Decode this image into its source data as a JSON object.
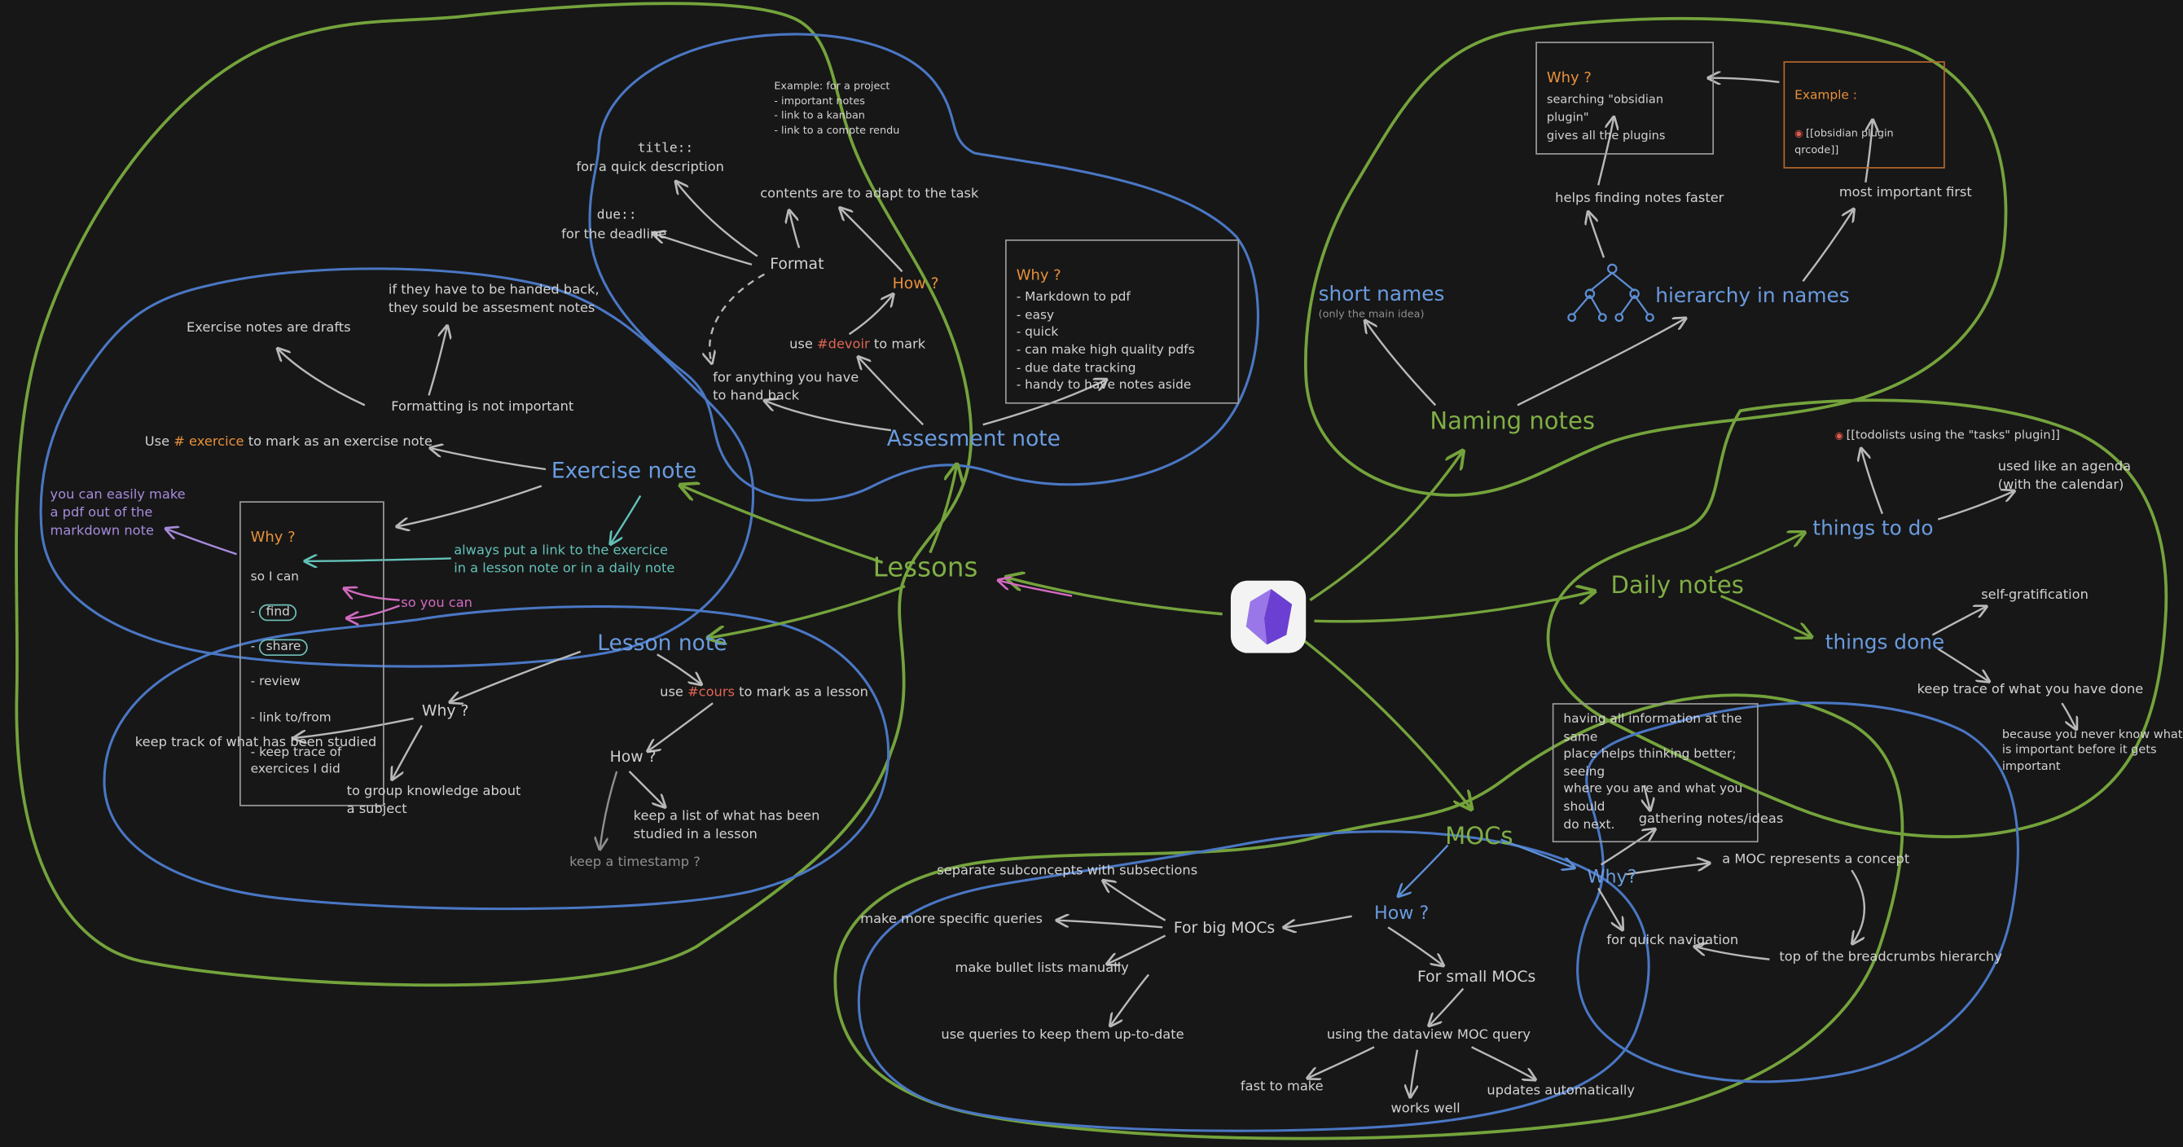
{
  "palette": {
    "background": "#171717",
    "green": "#7fae45",
    "blue": "#6a9bdf",
    "orange": "#e8913a",
    "red": "#e06555",
    "purple": "#a78bdd",
    "pink": "#d36ac2",
    "teal": "#63c1b8",
    "text": "#d2d2d2",
    "muted": "#8f8f8f"
  },
  "center": {
    "logo": "obsidian-logo"
  },
  "lessons": {
    "label": "Lessons",
    "assessment": {
      "title": "Assesment note",
      "example": "Example: for a project\n- important notes\n- link to a kanban\n- link to a compte rendu",
      "title_field": "title::",
      "title_field_desc": "for a quick description",
      "due_field": "due::",
      "due_field_desc": "for the deadline",
      "contents": "contents are to adapt to the task",
      "format": "Format",
      "how": "How ?",
      "tag_pre": "use ",
      "tag": "#devoir",
      "tag_post": " to mark",
      "hand_back": "for anything you have\nto hand back",
      "why_title": "Why ?",
      "why_body": "- Markdown to pdf\n    - easy\n    - quick\n    - can make high quality pdfs\n- due date tracking\n- handy to have notes aside"
    },
    "exercise": {
      "title": "Exercise note",
      "handed_back": "if they have to be handed back,\nthey sould be assesment notes",
      "drafts": "Exercise notes are drafts",
      "formatting": "Formatting is not important",
      "tag_pre": "Use ",
      "tag": "# exercice",
      "tag_post": " to mark as an exercise note",
      "pdf_note": "you can easily make\na pdf out of the\nmarkdown note",
      "why_title": "Why ?",
      "why_intro": "so I can",
      "why_dash": "- ",
      "why_find": "find",
      "why_share": "share",
      "why_review": "- review",
      "why_link": "- link to/from",
      "why_keep": "- keep trace of\n  exercices I did",
      "so_you_can": "so you can",
      "always_link": "always put a link to the exercice\nin a lesson note or in a daily note"
    },
    "lesson_note": {
      "title": "Lesson note",
      "tag_pre": "use ",
      "tag": "#cours",
      "tag_post": " to mark as a lesson",
      "why": "Why ?",
      "keep_track": "keep track of what has been studied",
      "group": "to group knowledge about\na subject",
      "how": "How ?",
      "keep_list": "keep a list of what has been\nstudied in a lesson",
      "timestamp": "keep a timestamp ?"
    }
  },
  "naming": {
    "label": "Naming notes",
    "why_title": "Why ?",
    "why_body": "searching \"obsidian plugin\"\ngives all the plugins",
    "example_title": "Example :",
    "example_icon": "◉",
    "example_body": "[[obsidian plugin qrcode]]",
    "helps": "helps finding notes faster",
    "important_first": "most important first",
    "short_names": "short names",
    "short_names_sub": "(only the main idea)",
    "hierarchy": "hierarchy in names"
  },
  "daily": {
    "label": "Daily notes",
    "todo": "things to do",
    "todo_pin_icon": "◉",
    "todo_pin": "[[todolists using the \"tasks\" plugin]]",
    "agenda": "used like an agenda\n(with the calendar)",
    "self_gratification": "self-gratification",
    "done": "things done",
    "keep_trace": "keep trace of what you have done",
    "because": "because you never know what\nis important before it gets\nimportant"
  },
  "mocs": {
    "label": "MOCs",
    "info_box": "having all information at the same\nplace helps thinking better; seeing\nwhere you are and what you should\ndo next.",
    "gathering": "gathering notes/ideas",
    "represents": "a MOC represents a concept",
    "why": "Why?",
    "quick_nav": "for quick navigation",
    "breadcrumbs": "top of the breadcrumbs hierarchy",
    "how": "How ?",
    "big": "For big MOCs",
    "separate": "separate subconcepts with subsections",
    "specific_queries": "make more specific queries",
    "bullet_lists": "make bullet lists manually",
    "up_to_date": "use queries to keep them up-to-date",
    "small": "For small MOCs",
    "dataview": "using the dataview MOC query",
    "fast": "fast to make",
    "works": "works well",
    "updates": "updates automatically"
  }
}
